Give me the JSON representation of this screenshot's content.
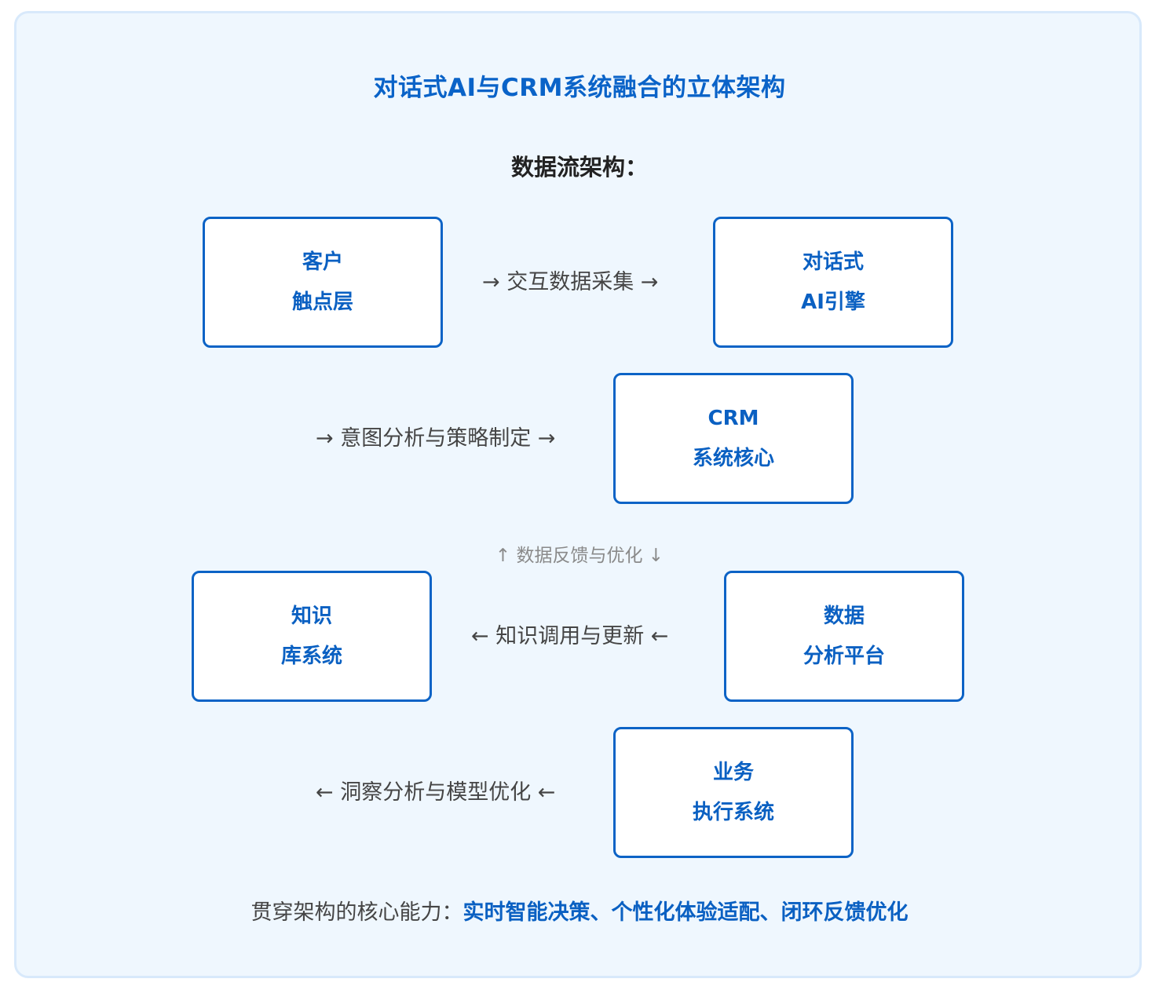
{
  "title": "对话式AI与CRM系统融合的立体架构",
  "subtitle": "数据流架构：",
  "nodes": [
    {
      "line1": "客户",
      "line2": "触点层"
    },
    {
      "line1": "对话式",
      "line2": "AI引擎"
    },
    {
      "line1": "CRM",
      "line2": "系统核心"
    },
    {
      "line1": "知识",
      "line2": "库系统"
    },
    {
      "line1": "数据",
      "line2": "分析平台"
    },
    {
      "line1": "业务",
      "line2": "执行系统"
    }
  ],
  "flows": [
    "→ 交互数据采集 →",
    "→ 意图分析与策略制定 →",
    "← 知识调用与更新 ←",
    "← 洞察分析与模型优化 ←"
  ],
  "feedback": "↑ 数据反馈与优化 ↓",
  "footer": {
    "prefix": "贯穿架构的核心能力：",
    "capabilities": "实时智能决策、个性化体验适配、闭环反馈优化"
  },
  "colors": {
    "accent": "#0a63c8",
    "panel_background": "#eff7fe",
    "panel_border": "#d8e9fb",
    "box_border": "#0c63c6"
  }
}
